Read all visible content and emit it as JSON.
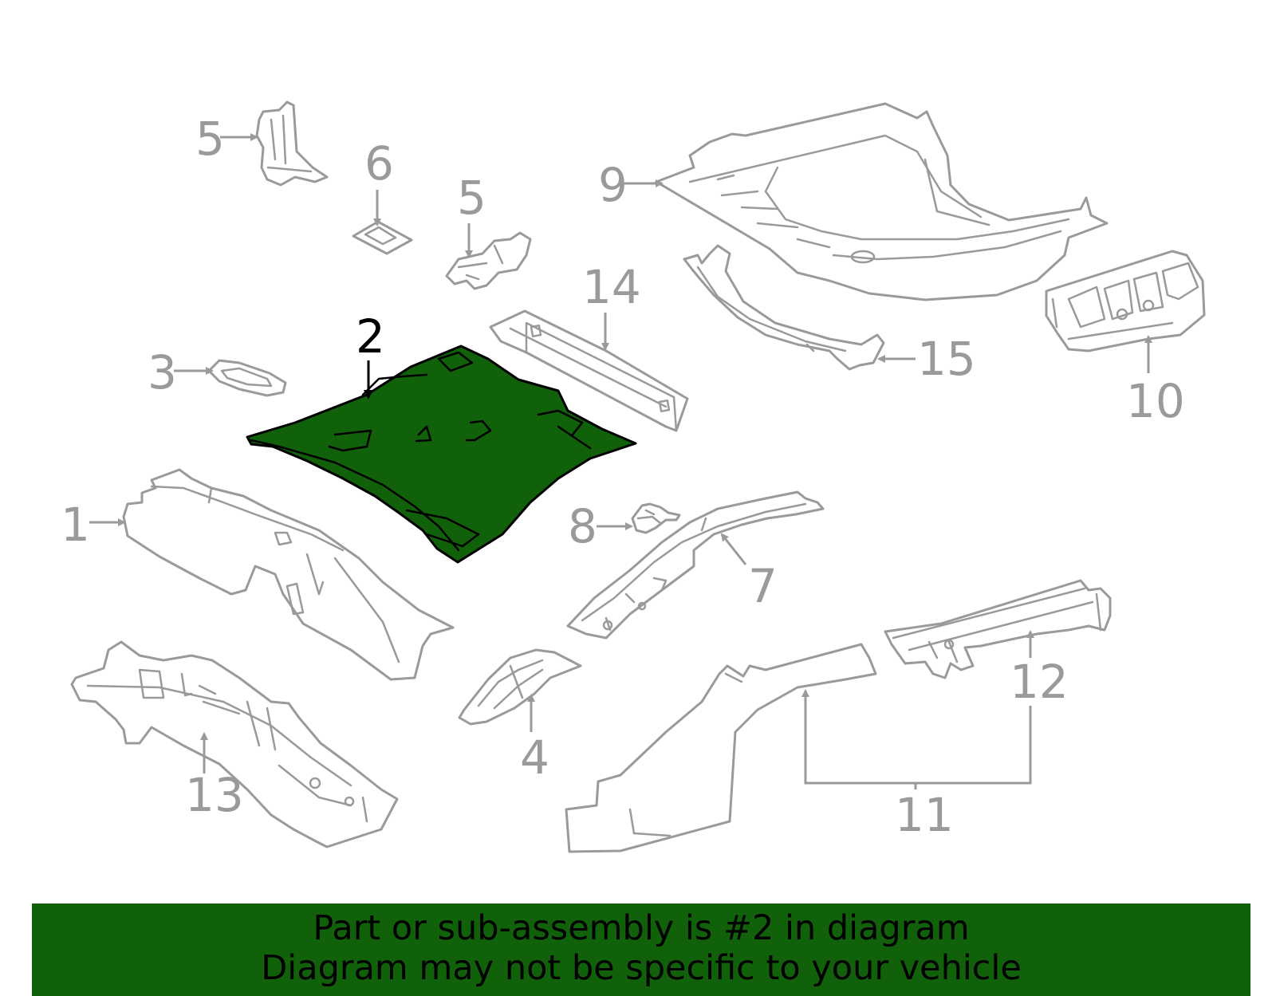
{
  "diagram": {
    "highlighted_part": "2",
    "callouts": {
      "c1": "1",
      "c2": "2",
      "c3": "3",
      "c4": "4",
      "c5a": "5",
      "c5b": "5",
      "c6": "6",
      "c7": "7",
      "c8": "8",
      "c9": "9",
      "c10": "10",
      "c11": "11",
      "c12": "12",
      "c13": "13",
      "c14": "14",
      "c15": "15"
    },
    "colors": {
      "highlight": "#11600a",
      "outline": "#9a9a9a",
      "banner": "#11600a"
    }
  },
  "banner": {
    "line1": "Part or sub-assembly is #2 in diagram",
    "line2": "Diagram may not be specific to your vehicle"
  }
}
